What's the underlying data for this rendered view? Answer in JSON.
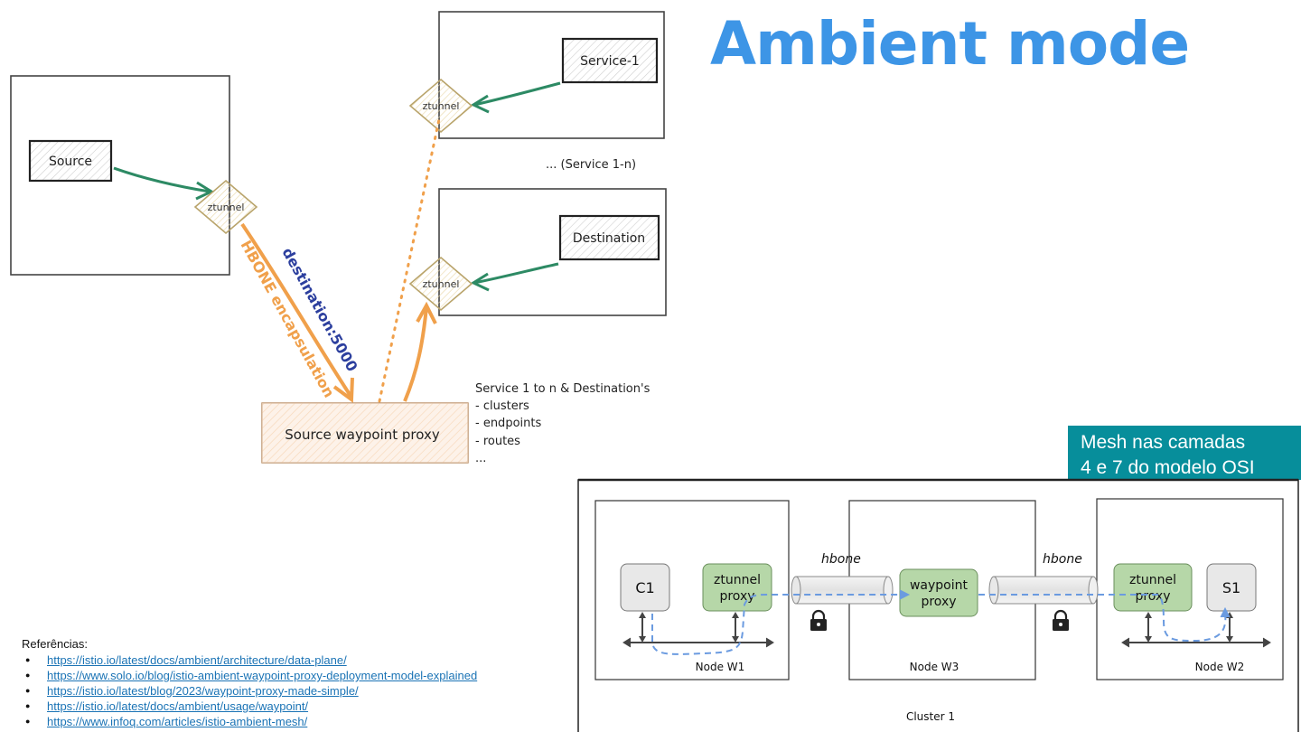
{
  "title": "Ambient mode",
  "sketch": {
    "source": "Source",
    "ztunnel": "ztunnel",
    "service1": "Service-1",
    "service_n": "... (Service 1-n)",
    "destination": "Destination",
    "waypoint": "Source waypoint proxy",
    "hbone_label": "HBONE encapsulation",
    "dest_label": "destination:5000",
    "note_lines": [
      "Service 1 to n & Destination's",
      "- clusters",
      "- endpoints",
      "- routes",
      "..."
    ]
  },
  "callout": {
    "line1": "Mesh nas camadas",
    "line2": "4 e 7 do modelo OSI"
  },
  "cluster": {
    "label": "Cluster 1",
    "c1": "C1",
    "s1": "S1",
    "ztunnel_line1": "ztunnel",
    "ztunnel_line2": "proxy",
    "waypoint_line1": "waypoint",
    "waypoint_line2": "proxy",
    "hbone": "hbone",
    "node_w1": "Node W1",
    "node_w3": "Node W3",
    "node_w2": "Node W2"
  },
  "refs": {
    "title": "Referências:",
    "links": [
      "https://istio.io/latest/docs/ambient/architecture/data-plane/",
      "https://www.solo.io/blog/istio-ambient-waypoint-proxy-deployment-model-explained",
      "https://istio.io/latest/blog/2023/waypoint-proxy-made-simple/",
      "https://istio.io/latest/docs/ambient/usage/waypoint/",
      "https://www.infoq.com/articles/istio-ambient-mesh/"
    ]
  },
  "colors": {
    "title": "#3d95e6",
    "green_arrow": "#2d8a64",
    "orange": "#f0a04b",
    "blue_text": "#2c3f9e",
    "callout": "#078e9b",
    "green_box": "#b6d7a8"
  }
}
